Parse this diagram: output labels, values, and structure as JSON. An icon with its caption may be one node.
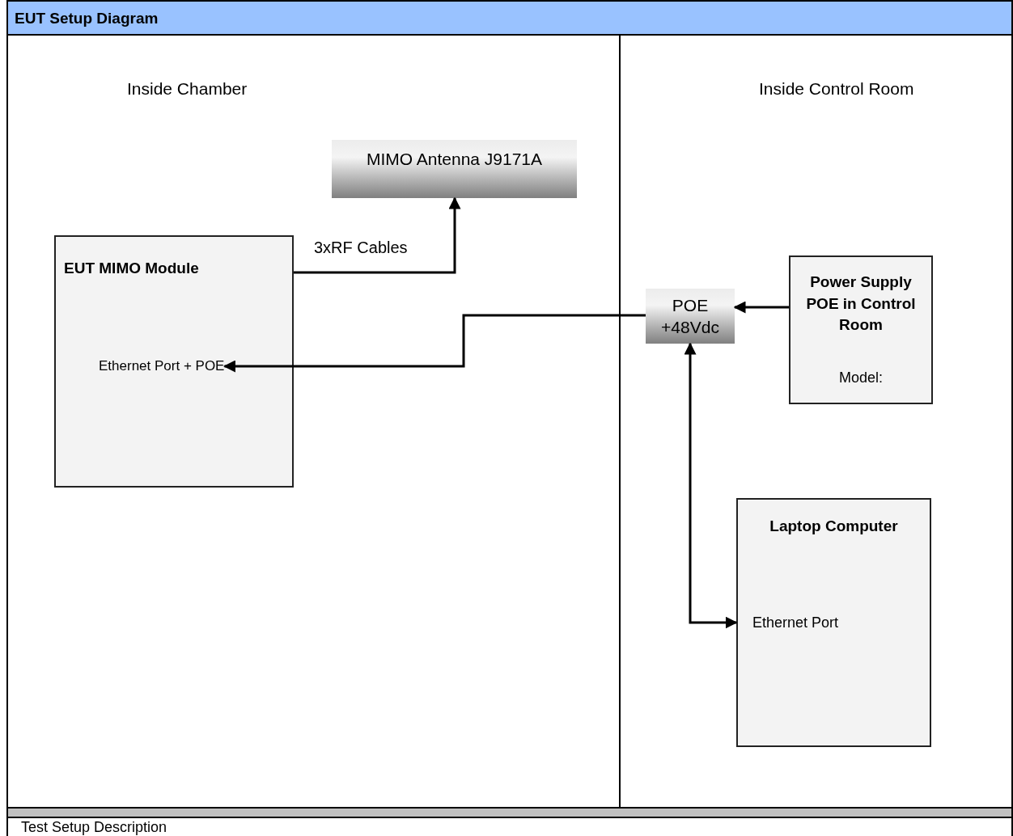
{
  "diagram": {
    "title": "EUT Setup Diagram",
    "caption": "Test Setup Description",
    "nodes": [
      {
        "text": [
          "Inside Chamber"
        ]
      },
      {
        "text": [
          "MIMO Antenna J9171A"
        ],
        "in": 0
      },
      {
        "text": [
          "EUT MIMO Module"
        ],
        "in": 0
      },
      {
        "text": [
          "Ethernet Port + POE"
        ],
        "in": 2
      },
      {
        "text": [
          "Inside Control Room"
        ]
      },
      {
        "text": [
          "POE +48Vdc"
        ],
        "in": 4
      },
      {
        "text": [
          "Power Supply POE in Control Room",
          "Model:"
        ],
        "in": 4
      },
      {
        "text": [
          "Laptop Computer",
          "Ethernet Port"
        ],
        "in": 4
      }
    ],
    "edges": [
      {
        "from": 2,
        "to": 1,
        "arrow": "to",
        "label": "3xRF Cables"
      },
      {
        "from": 5,
        "to": 3,
        "arrow": "to"
      },
      {
        "from": 6,
        "to": 5,
        "arrow": "to"
      },
      {
        "from": 5,
        "to": 7,
        "arrow": "both"
      }
    ]
  }
}
